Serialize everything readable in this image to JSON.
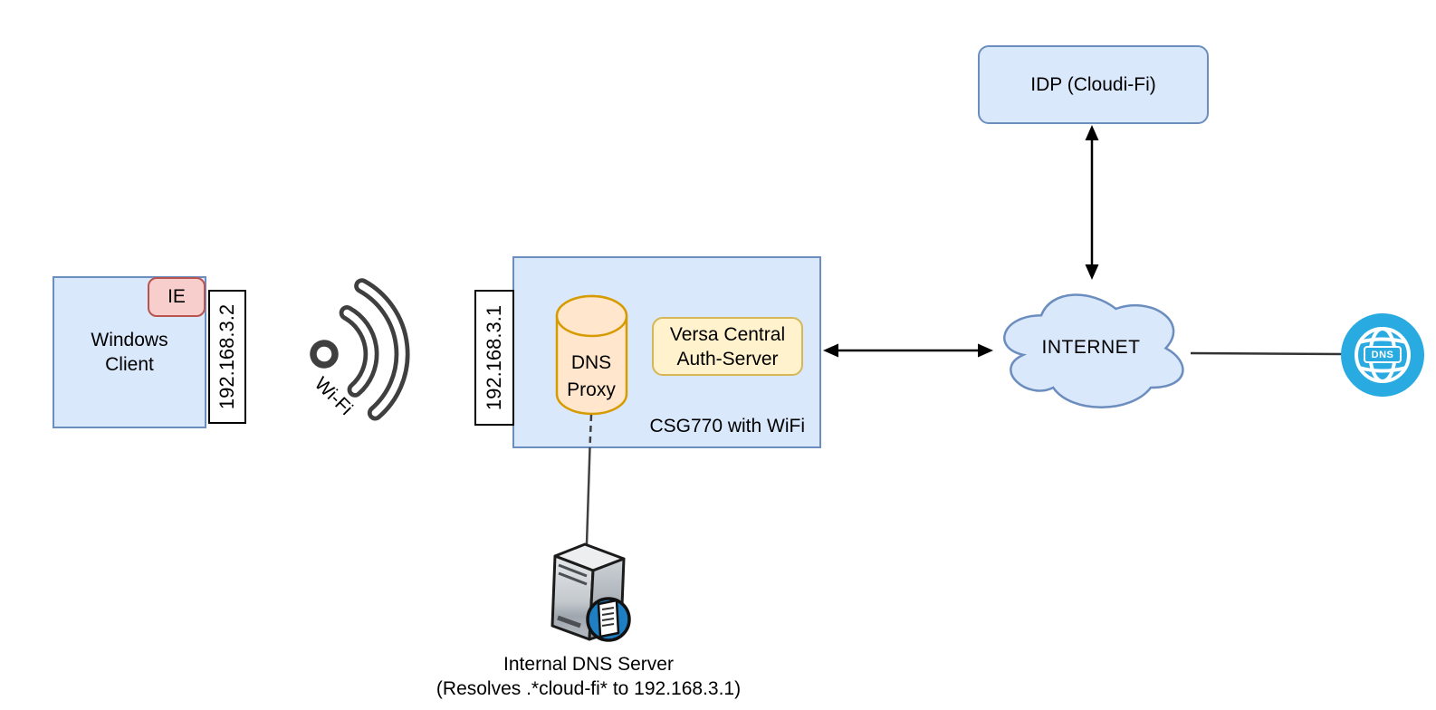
{
  "nodes": {
    "windows_client": {
      "line1": "Windows",
      "line2": "Client",
      "badge": "IE",
      "ip_label": "192.168.3.2"
    },
    "wifi": {
      "label": "Wi-Fi"
    },
    "csg770": {
      "label": "CSG770 with WiFi",
      "ip_label": "192.168.3.1",
      "dns_proxy": {
        "line1": "DNS",
        "line2": "Proxy"
      },
      "auth_server": {
        "line1": "Versa Central",
        "line2": "Auth-Server"
      }
    },
    "idp": {
      "label": "IDP (Cloudi-Fi)"
    },
    "internet": {
      "label": "INTERNET"
    },
    "public_dns": {
      "label": "DNS"
    },
    "internal_dns": {
      "line1": "Internal DNS Server",
      "line2": "(Resolves .*cloud-fi* to 192.168.3.1)"
    }
  },
  "colors": {
    "node_fill": "#dae8fc",
    "node_stroke": "#6c8ebf",
    "badge_fill": "#f8cecc",
    "badge_stroke": "#b85450",
    "cylinder_fill": "#ffe6cc",
    "cylinder_stroke": "#d79b00",
    "auth_fill": "#fff2cc",
    "auth_stroke": "#d6b656",
    "globe_fill": "#29abe2",
    "connector": "#000000"
  }
}
